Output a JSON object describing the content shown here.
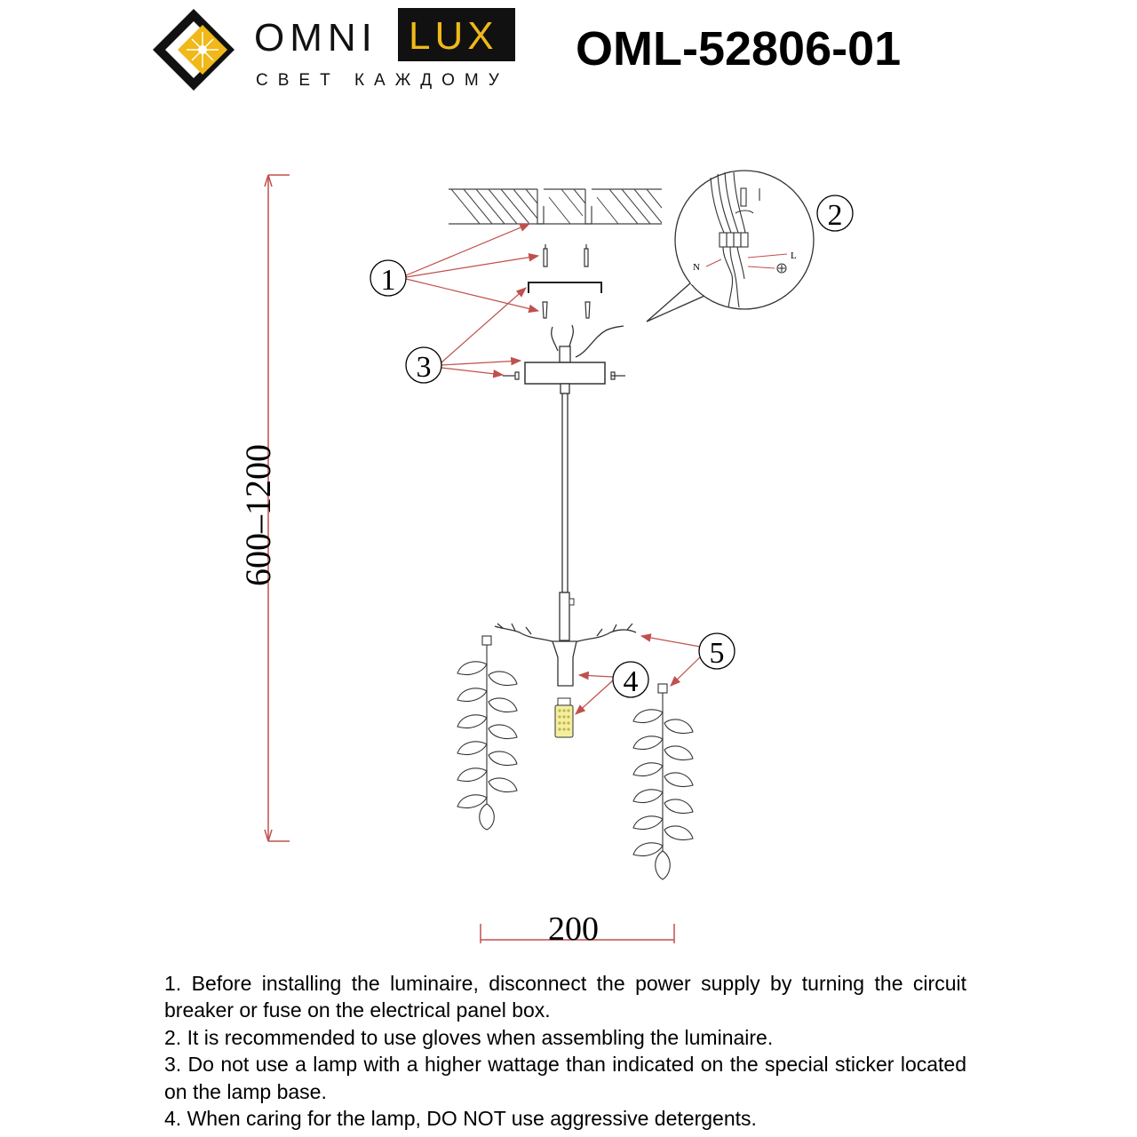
{
  "header": {
    "brand_part1": "OMNI",
    "brand_part2": "LUX",
    "tagline": "СВЕТ КАЖДОМУ",
    "model_number": "OML-52806-01"
  },
  "diagram": {
    "height_dimension": "600–1200",
    "width_dimension": "200",
    "callouts": [
      "1",
      "2",
      "3",
      "4",
      "5"
    ],
    "wire_labels": {
      "neutral": "N",
      "live": "L"
    }
  },
  "notes": [
    "1. Before installing the luminaire, disconnect the power supply by turning the circuit breaker or fuse on the electrical panel box.",
    "2. It is recommended to use gloves when assembling the luminaire.",
    "3. Do not use a lamp with a higher wattage than indicated on the special sticker located on the lamp base.",
    "4. When caring for the lamp, DO NOT use aggressive detergents."
  ],
  "colors": {
    "brand_yellow": "#f0b818",
    "dimension_line": "#c0504d",
    "drawing_line": "#333333"
  }
}
